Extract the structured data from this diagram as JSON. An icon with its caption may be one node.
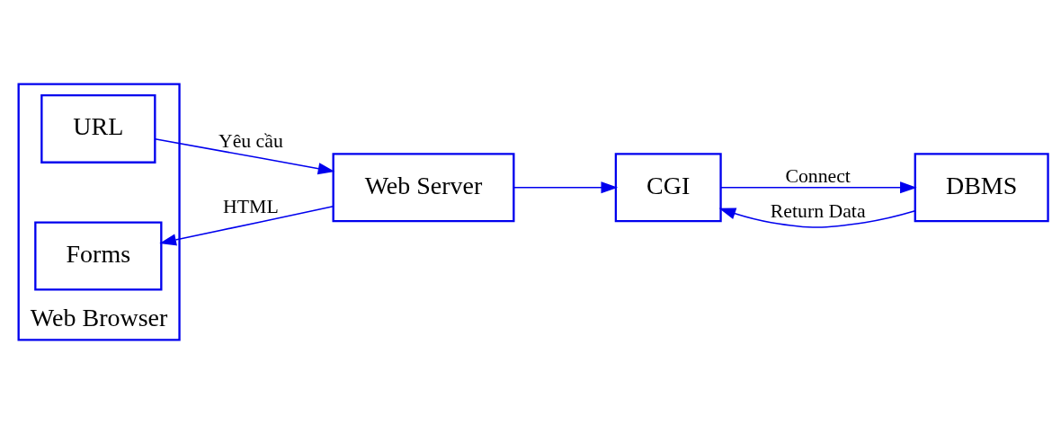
{
  "diagram": {
    "nodes": [
      {
        "text": [
          "Web Browser"
        ]
      },
      {
        "text": [
          "URL"
        ],
        "in": 0
      },
      {
        "text": [
          "Forms"
        ],
        "in": 0
      },
      {
        "text": [
          "Web Server"
        ]
      },
      {
        "text": [
          "CGI"
        ]
      },
      {
        "text": [
          "DBMS"
        ]
      }
    ],
    "edges": [
      {
        "from": 1,
        "to": 3,
        "arrow": "to",
        "label": "Yêu cầu"
      },
      {
        "from": 3,
        "to": 2,
        "arrow": "to",
        "label": "HTML"
      },
      {
        "from": 3,
        "to": 4,
        "arrow": "to"
      },
      {
        "from": 4,
        "to": 5,
        "arrow": "to",
        "label": "Connect"
      },
      {
        "from": 5,
        "to": 4,
        "arrow": "to",
        "label": "Return Data"
      }
    ]
  }
}
